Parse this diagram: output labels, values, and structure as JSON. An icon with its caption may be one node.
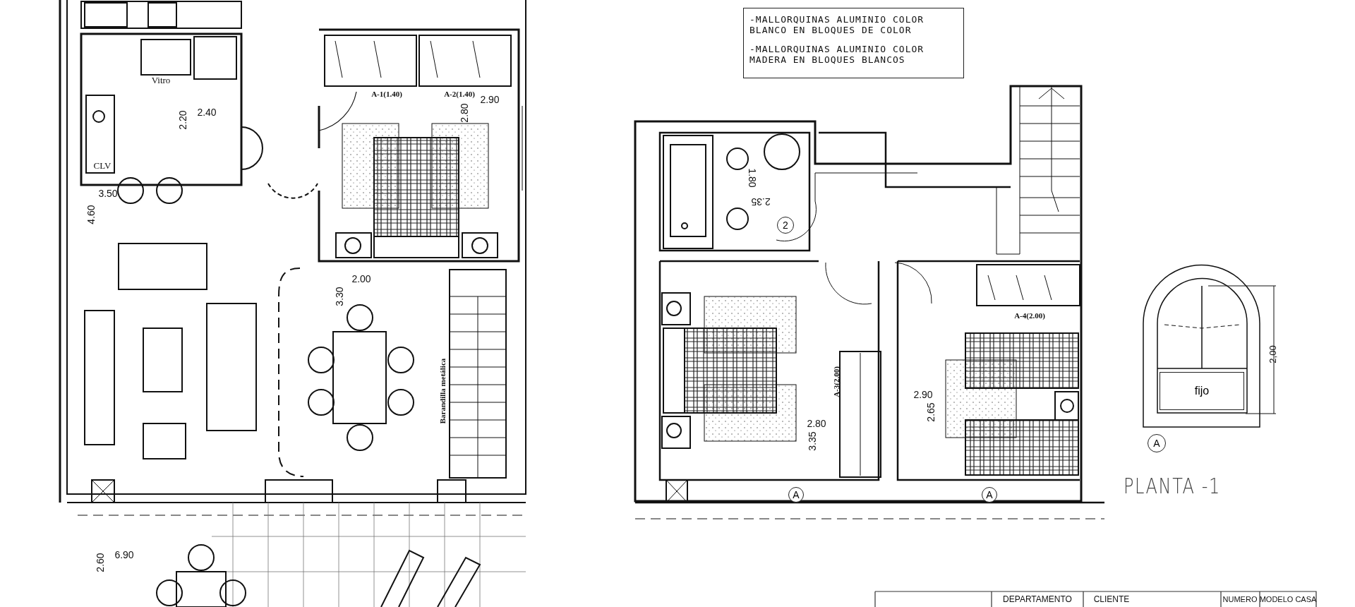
{
  "diagram": {
    "title": "PLANTA -1",
    "nodes": [
      {
        "text": [
          "-MALLORQUINAS ALUMINIO COLOR BLANCO EN BLOQUES DE COLOR",
          "-MALLORQUINAS ALUMINIO COLOR MADERA EN BLOQUES BLANCOS"
        ]
      },
      {
        "text": [
          "fijo"
        ]
      },
      {
        "text": [
          "2"
        ]
      },
      {
        "text": [
          "A"
        ]
      },
      {
        "text": [
          "A"
        ]
      },
      {
        "text": [
          "A"
        ]
      }
    ],
    "edges": [],
    "labels": [
      "Vitro",
      "2.40",
      "2.20",
      "CLV",
      "A-1(1.40)",
      "A-2(1.40)",
      "2.90",
      "2.80",
      "3.50",
      "4.60",
      "2.00",
      "3.30",
      "Barandilla metálica",
      "2.60",
      "6.90",
      "1.80",
      "2.35",
      "A-4(2.00)",
      "A-3(2.00)",
      "2.90",
      "2.65",
      "2.80",
      "3.35",
      "2,00",
      "DEPARTAMENTO",
      "CLIENTE",
      "NUMERO",
      "MODELO CASA"
    ]
  }
}
